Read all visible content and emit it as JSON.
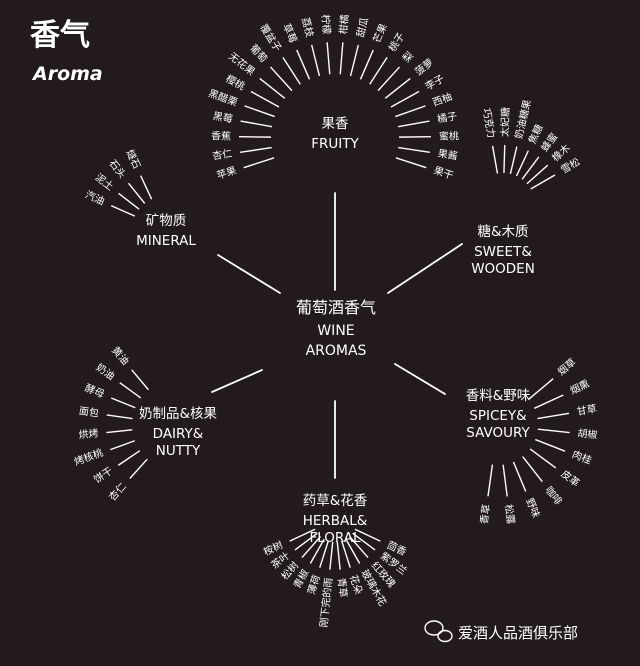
{
  "title": {
    "zh": "香气",
    "en": "Aroma"
  },
  "center": {
    "zh": "葡萄酒香气",
    "en1": "WINE",
    "en2": "AROMAS"
  },
  "categories": [
    {
      "id": "fruity",
      "zh": "果香",
      "en": [
        "FRUITY"
      ],
      "items": [
        "苹果",
        "杏仁",
        "香蕉",
        "黑莓",
        "黑醋栗",
        "樱桃",
        "无花果",
        "葡萄",
        "覆盆子",
        "草莓",
        "荔枝",
        "柠檬",
        "柑橘",
        "甜瓜",
        "芒果",
        "桃子",
        "梨",
        "菠萝",
        "李子",
        "西柚",
        "橘子",
        "蜜桃",
        "果酱",
        "果干"
      ]
    },
    {
      "id": "sweet",
      "zh": "糖&木质",
      "en": [
        "SWEET&",
        "WOODEN"
      ],
      "items": [
        "巧克力",
        "太妃糖",
        "奶油糖果",
        "焦糖",
        "蜂蜜",
        "橡木",
        "雪松"
      ]
    },
    {
      "id": "spicy",
      "zh": "香料&野味",
      "en": [
        "SPICEY&",
        "SAVOURY"
      ],
      "items": [
        "烟草",
        "烟熏",
        "甘草",
        "胡椒",
        "肉桂",
        "皮革",
        "咖啡",
        "野味",
        "松露",
        "香草"
      ]
    },
    {
      "id": "herbal",
      "zh": "药草&花香",
      "en": [
        "HERBAL&",
        "FLORAL"
      ],
      "items": [
        "茴香",
        "紫罗兰",
        "红玫瑰",
        "玻璃木花",
        "花朵",
        "青草",
        "刚下完的雨",
        "薄荷",
        "青椒",
        "松树",
        "茶叶",
        "桉树"
      ]
    },
    {
      "id": "dairy",
      "zh": "奶制品&核果",
      "en": [
        "DAIRY&",
        "NUTTY"
      ],
      "items": [
        "黄油",
        "奶油",
        "酵母",
        "面包",
        "烘烤",
        "烤核桃",
        "饼干",
        "杏仁"
      ]
    },
    {
      "id": "mineral",
      "zh": "矿物质",
      "en": [
        "MINERAL"
      ],
      "items": [
        "燧石",
        "石头",
        "泥土",
        "汽油"
      ]
    }
  ],
  "watermark": "爱酒人品酒俱乐部"
}
